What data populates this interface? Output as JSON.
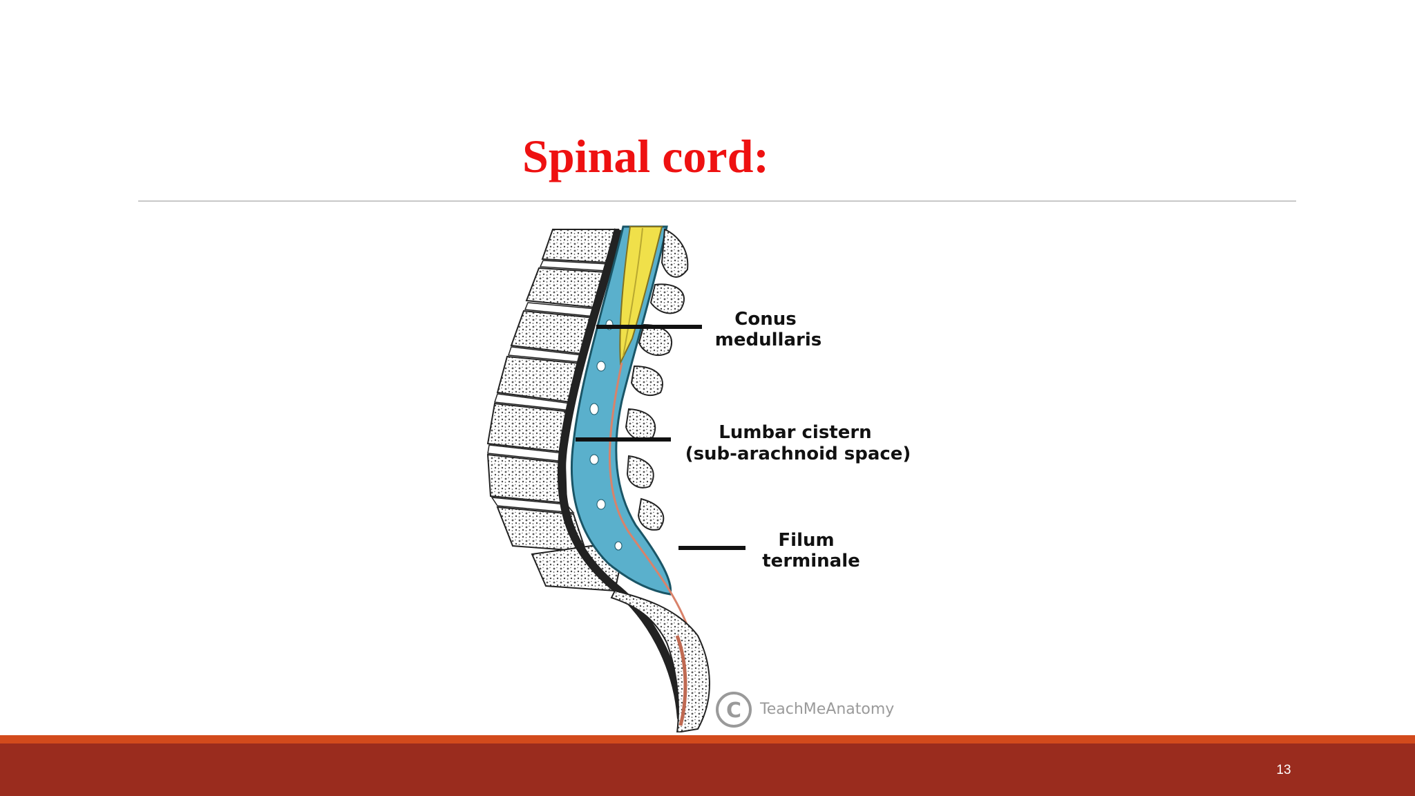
{
  "slide": {
    "title": "Spinal cord:",
    "page_number": "13"
  },
  "figure": {
    "labels": {
      "conus_line1": "Conus",
      "conus_line2": "medullaris",
      "cistern_line1": "Lumbar cistern",
      "cistern_line2": "(sub-arachnoid space)",
      "filum_line1": "Filum",
      "filum_line2": "terminale"
    },
    "watermark": "TeachMeAnatomy"
  },
  "colors": {
    "title": "#ee1111",
    "footer_bar": "#9a2c1e",
    "footer_accent": "#d24a1c",
    "csf_blue": "#5ab0cc",
    "cord_yellow": "#f0e04a",
    "filum_red": "#d9826a"
  }
}
